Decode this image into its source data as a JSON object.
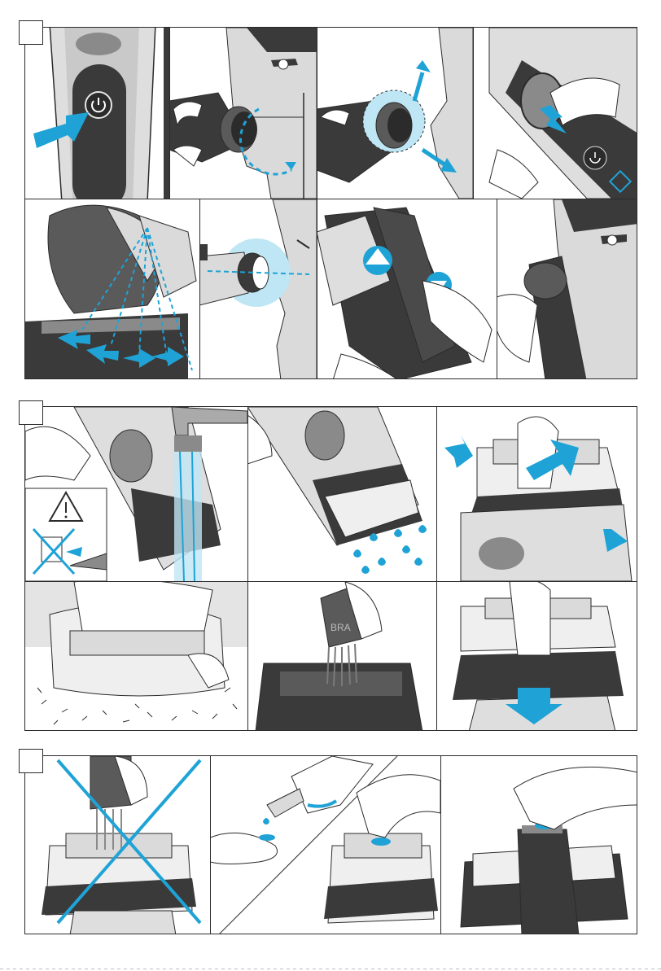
{
  "sections": [
    {
      "id": "a",
      "label": ""
    },
    {
      "id": "b",
      "label": ""
    },
    {
      "id": "c",
      "label": ""
    }
  ],
  "colors": {
    "accent": "#1fa3d6",
    "light_accent": "#bfe6f4",
    "ink": "#2b2b2b",
    "body_grey": "#3a3a3a",
    "skin_grey": "#d9d9d9",
    "light_grey": "#efefef"
  },
  "icons": {
    "power": "power-icon",
    "warning": "warning-triangle-icon",
    "no_plug": "crossed-out-plug-icon",
    "brush_text": "BRA"
  }
}
